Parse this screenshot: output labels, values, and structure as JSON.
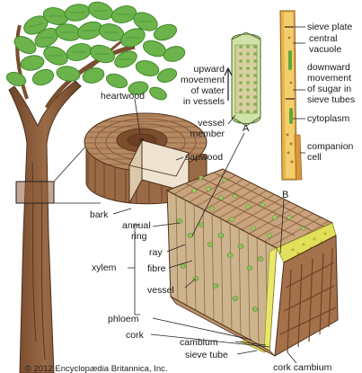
{
  "labels": {
    "sieve_plate": "sieve plate",
    "central_vacuole_1": "central",
    "central_vacuole_2": "vacuole",
    "downward_1": "downward",
    "downward_2": "movement",
    "downward_3": "of sugar in",
    "downward_4": "sieve tubes",
    "cytoplasm": "cytoplasm",
    "companion_1": "companion",
    "companion_2": "cell",
    "upward_1": "upward",
    "upward_2": "movement",
    "upward_3": "of water",
    "upward_4": "in vessels",
    "vessel_member_1": "vessel",
    "vessel_member_2": "member",
    "heartwood": "heartwood",
    "sapwood": "sapwood",
    "bark": "bark",
    "annual_ring_1": "annual",
    "annual_ring_2": "ring",
    "ray": "ray",
    "fibre": "fibre",
    "vessel": "vessel",
    "xylem": "xylem",
    "phloem": "phloem",
    "cork": "cork",
    "cambium": "cambium",
    "sieve_tube": "sieve tube",
    "cork_cambium": "cork cambium",
    "marker_a": "A",
    "marker_b": "B"
  },
  "copyright": "© 2012 Encyclopædia Britannica, Inc.",
  "colors": {
    "foliage": "#6bb34a",
    "foliage_dark": "#3f8a2c",
    "trunk": "#8a5a3a",
    "wood": "#c9a27c",
    "wood_dark": "#7a4e2e",
    "cell_green": "#a8c77a",
    "cambium_yellow": "#e2e05a",
    "bark": "#6e4a30"
  }
}
